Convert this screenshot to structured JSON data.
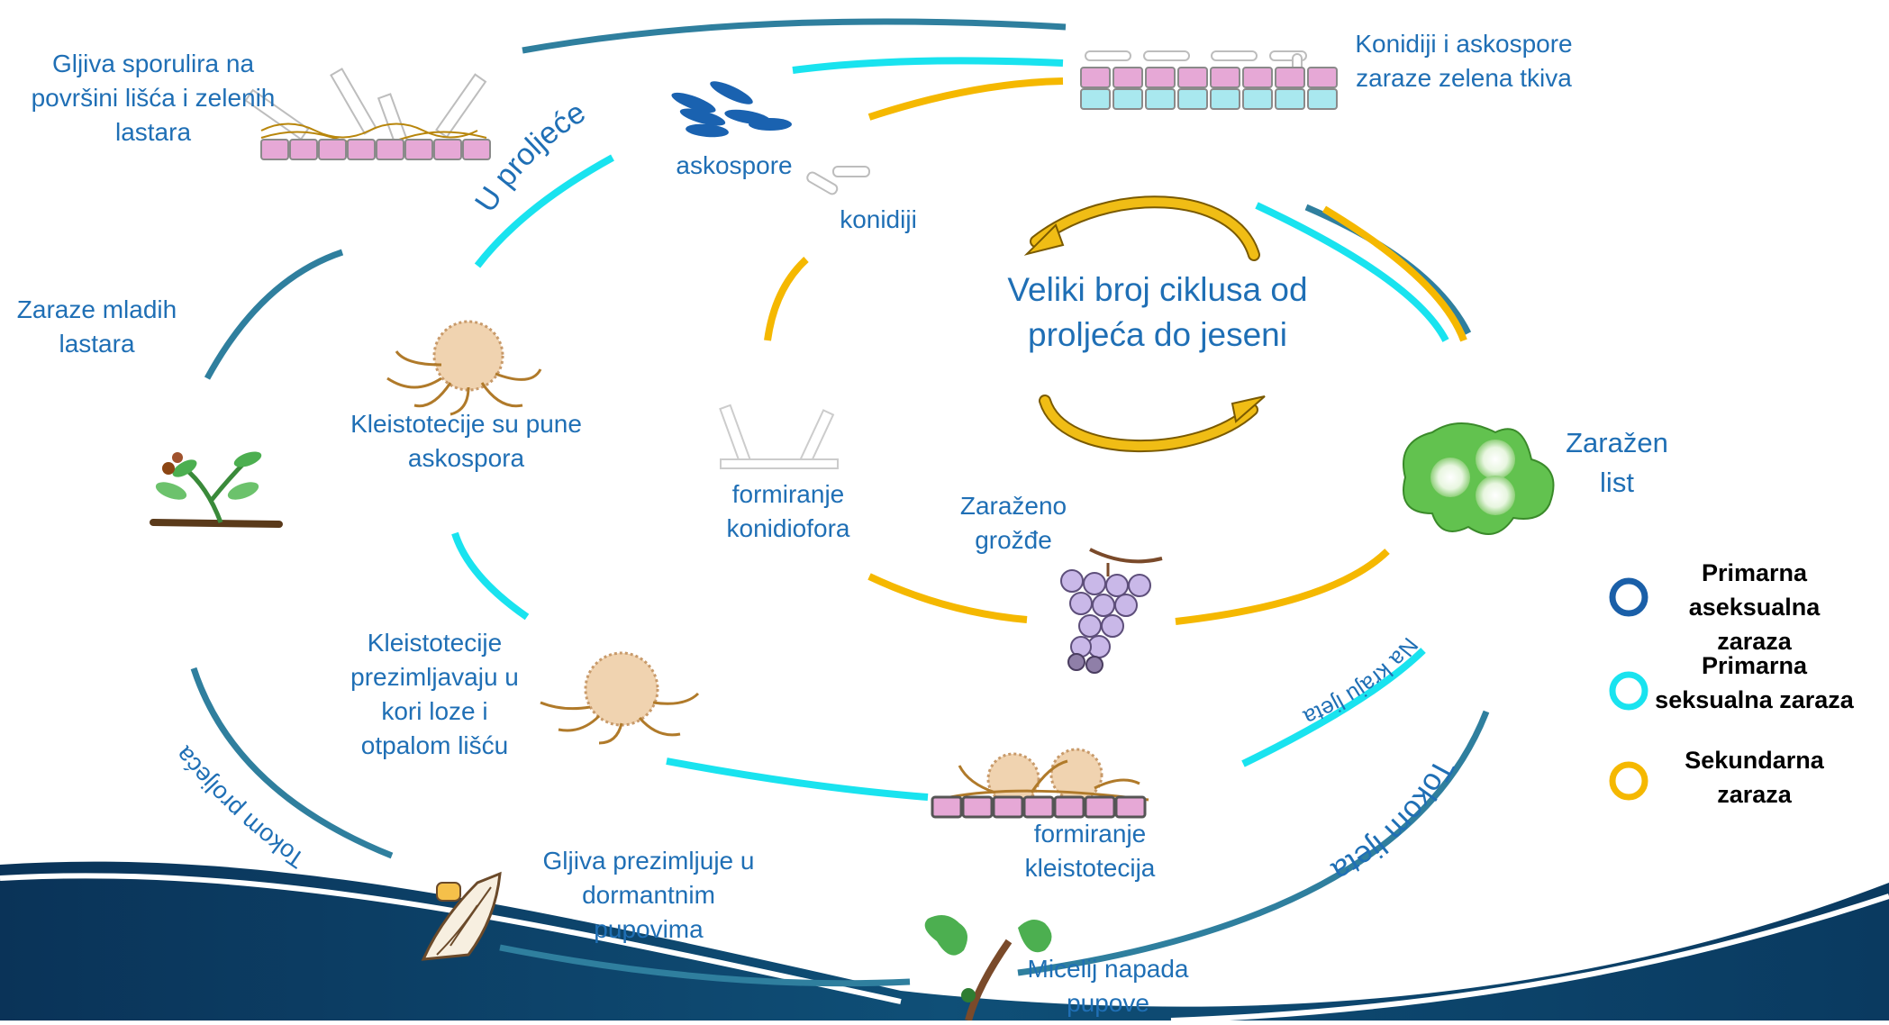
{
  "colors": {
    "primary_asexual": "#2f7f9e",
    "primary_sexual": "#19e3ef",
    "secondary": "#f5b800",
    "text": "#1f6fb5",
    "legend_text": "#000000",
    "wave_dark": "#0c3f63"
  },
  "labels": {
    "top_left_sporulation": "Gljiva sporulira na površini lišća i zelenih lastara",
    "top_right_infection": "Konidiji i askospore zaraze zelena tkiva",
    "ascospores": "askospore",
    "conidia": "konidiji",
    "young_shoots": "Zaraze mladih lastara",
    "cleistothecia_full": "Kleistotecije su pune askospora",
    "conidiophore_formation": "formiranje konidiofora",
    "infected_grapes": "Zaraženo grožđe",
    "infected_leaf": "Zaražen list",
    "cleistothecia_overwinter": "Kleistotecije prezimljavaju u kori loze i otpalom lišću",
    "fungus_overwinters_buds": "Gljiva prezimljuje u dormantnim pupovima",
    "cleistothecia_formation": "formiranje kleistotecija",
    "mycelium_attacks_buds": "Micelij napada pupove",
    "center_cycle": "Veliki broj ciklusa od proljeća do jeseni"
  },
  "season_labels": {
    "spring": "U proljeće",
    "during_spring": "Tokom proljeća",
    "during_summer": "Tokom ljeta",
    "end_of_summer": "Na kraju ljeta"
  },
  "legend": [
    {
      "label": "Primarna aseksualna zaraza",
      "color": "#1a5fa8"
    },
    {
      "label": "Primarna seksualna zaraza",
      "color": "#19e3ef"
    },
    {
      "label": "Sekundarna zaraza",
      "color": "#f5b800"
    }
  ],
  "icons": {
    "sporulating_tissue": "sporulating-tissue-icon",
    "infected_tissue": "infected-tissue-icon",
    "ascospores": "ascospores-icon",
    "conidia": "conidia-icon",
    "seedling": "young-shoot-icon",
    "cleistothecium": "cleistothecium-icon",
    "conidiophore": "conidiophore-icon",
    "grapes": "grape-bunch-icon",
    "leaf": "infected-leaf-icon",
    "bud": "dormant-bud-icon",
    "vine": "vine-shoot-icon",
    "cycle_arrows": "cycle-arrows-icon"
  }
}
